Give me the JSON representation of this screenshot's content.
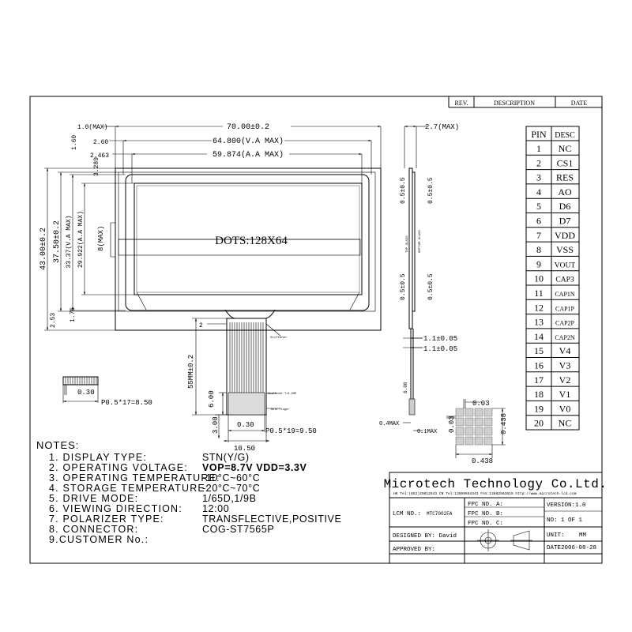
{
  "revision_table": {
    "rev": "REV.",
    "description": "DESCRIPTION",
    "date": "DATE"
  },
  "dimensions": {
    "total_width": "70.00±0.2",
    "va_width": "64.800(V.A MAX)",
    "aa_width": "59.874(A.A MAX)",
    "left_1": "1.0(MAX)",
    "left_2": "2.60",
    "left_3": "2.463",
    "total_height": "43.00±0.2",
    "height_2": "37.50±0.2",
    "va_height": "33.37(V.A MAX)",
    "aa_height": "29.922(A.A MAX)",
    "top_1": "1.60",
    "top_2": "3.289",
    "bottom_1": "2.53",
    "bottom_2": "1.76",
    "side_8": "8(MAX)",
    "fpc_2": "2",
    "fpc_length": "55MM±0.2",
    "fpc_6": "6.00",
    "fpc_3": "3.00",
    "fpc_030": "0.30",
    "fpc_pitch": "P0.5*19=9.50",
    "fpc_width": "10.50",
    "conn_030": "0.30",
    "conn_pitch": "P0.5*17=8.50",
    "side_thickness": "2.7(MAX)",
    "side_05a": "0.5±0.5",
    "side_05b": "0.5±0.5",
    "side_05c": "0.5±0.5",
    "side_05d": "0.5±0.5",
    "side_11a": "1.1±0.05",
    "side_11b": "1.1±0.05",
    "side_04": "0.4MAX",
    "side_01": "0.1MAX",
    "side_600": "6.00",
    "top_glass": "TOP GLASS",
    "bottom_glass": "BOTTOM GLASS",
    "dots_003": "0.03",
    "dots_0438a": "0.438",
    "dots_0438b": "0.438",
    "dots_003b": "0.03"
  },
  "display_label": "DOTS:128X64",
  "pin_table": {
    "header": [
      "PIN",
      "DESC"
    ],
    "rows": [
      [
        "1",
        "NC"
      ],
      [
        "2",
        "CS1"
      ],
      [
        "3",
        "RES"
      ],
      [
        "4",
        "AO"
      ],
      [
        "5",
        "D6"
      ],
      [
        "6",
        "D7"
      ],
      [
        "7",
        "VDD"
      ],
      [
        "8",
        "VSS"
      ],
      [
        "9",
        "VOUT"
      ],
      [
        "10",
        "CAP3"
      ],
      [
        "11",
        "CAP1N"
      ],
      [
        "12",
        "CAP1P"
      ],
      [
        "13",
        "CAP2P"
      ],
      [
        "14",
        "CAP2N"
      ],
      [
        "15",
        "V4"
      ],
      [
        "16",
        "V3"
      ],
      [
        "17",
        "V2"
      ],
      [
        "18",
        "V1"
      ],
      [
        "19",
        "V0"
      ],
      [
        "20",
        "NC"
      ]
    ]
  },
  "notes": {
    "heading": "NOTES:",
    "items": [
      {
        "label": "1. DISPLAY TYPE:",
        "value": "STN(Y/G)"
      },
      {
        "label": "2. OPERATING VOLTAGE:",
        "value": "VOP=8.7V   VDD=3.3V"
      },
      {
        "label": "3. OPERATING TEMPERATURE:",
        "value": "-10°C~60°C"
      },
      {
        "label": "4. STORAGE TEMPERATURE:",
        "value": "-20°C~70°C"
      },
      {
        "label": "5. DRIVE MODE:",
        "value": "1/65D,1/9B"
      },
      {
        "label": "6. VIEWING DIRECTION:",
        "value": "12:00"
      },
      {
        "label": "7. POLARIZER TYPE:",
        "value": "TRANSFLECTIVE,POSITIVE"
      },
      {
        "label": "8. CONNECTOR:",
        "value": "COG-ST7565P"
      },
      {
        "label": "9.CUSTOMER No.:",
        "value": ""
      }
    ]
  },
  "title_block": {
    "company": "Microtech Technology Co.Ltd.",
    "contact": "HK Tel:(852)29012643 CN Tel:13509694343 FAX:13802563819 http://www.microtech-lcd.com",
    "lcm_no_label": "LCM NO.:",
    "lcm_no_value": "MTC7002FA",
    "designed_by": "DESIGNED BY: David",
    "approved_by": "APPROVED BY:",
    "fpc_a": "FPC NO. A:",
    "fpc_b": "FPC NO. B:",
    "fpc_c": "FPC NO. C:",
    "version": "VERSION:1.0",
    "sheet_no": "NO: 1  OF 1",
    "unit_label": "UNIT:",
    "unit_value": "MM",
    "date": "DATE2006-08-28"
  }
}
